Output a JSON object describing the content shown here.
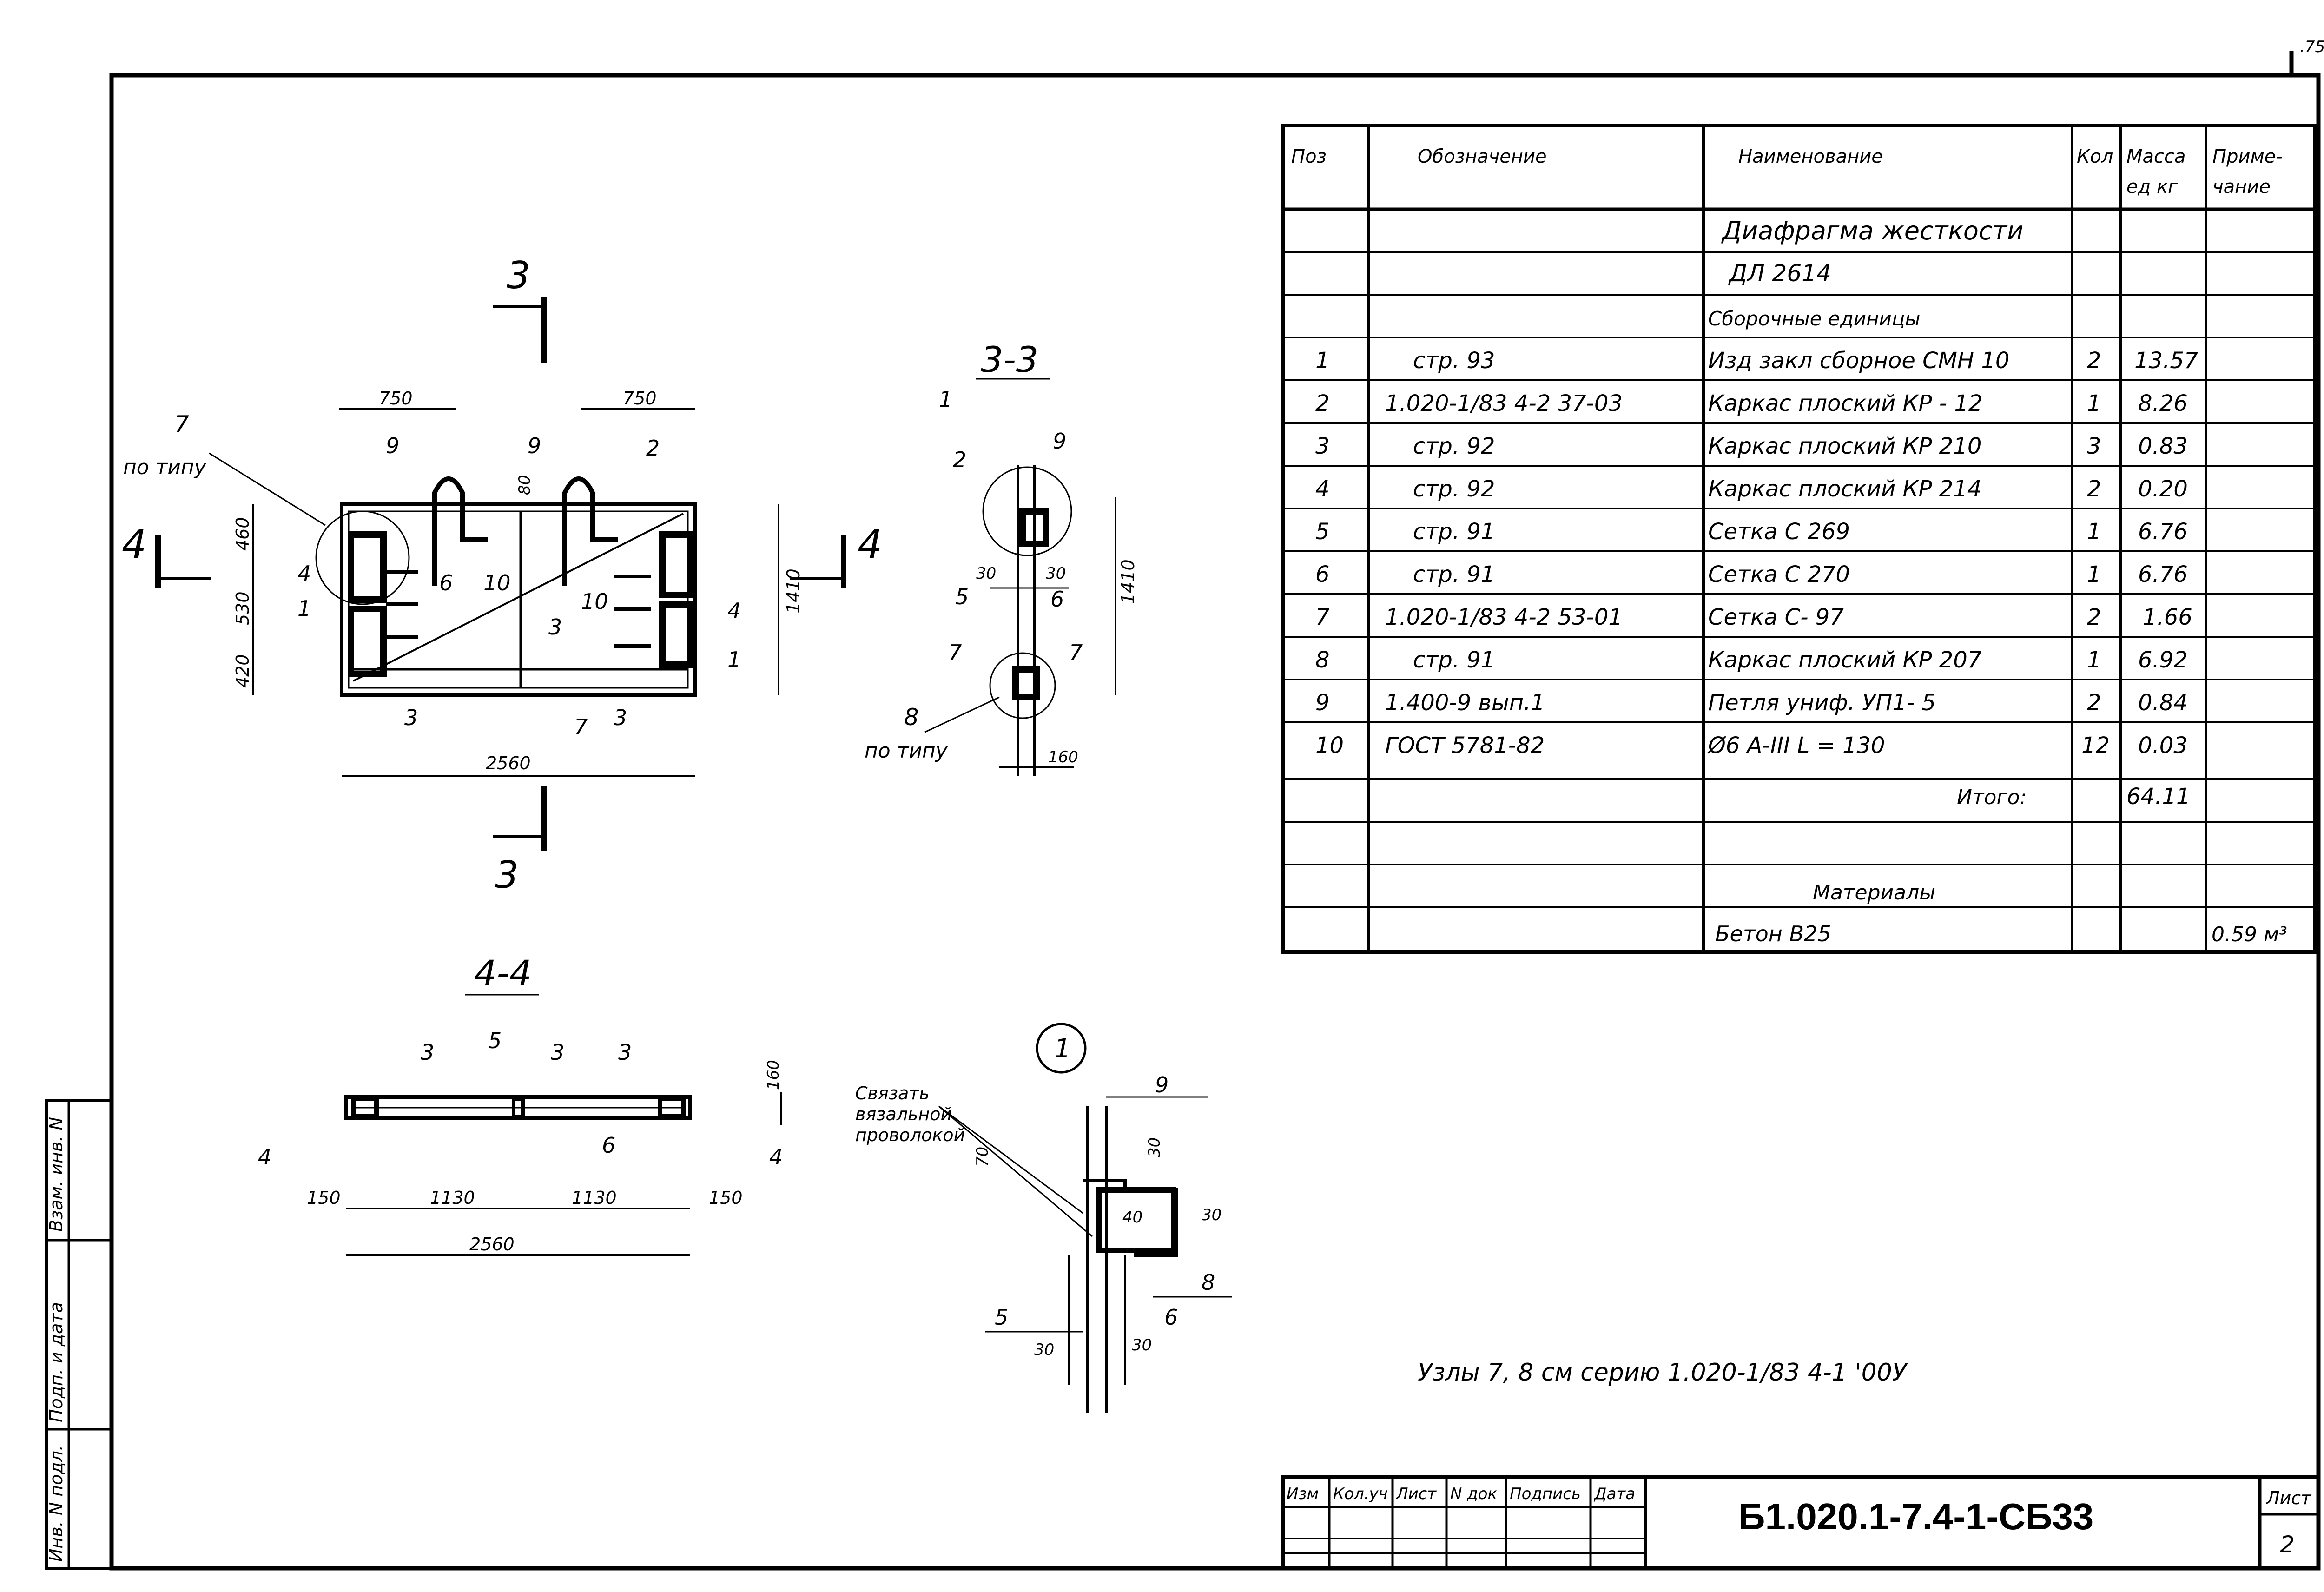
{
  "page_number": ".75",
  "spec_table": {
    "headers": {
      "pos": "Поз",
      "designation": "Обозначение",
      "name": "Наименование",
      "qty": "Кол",
      "mass_1": "Масса",
      "mass_2": "ед кг",
      "note_1": "Приме-",
      "note_2": "чание"
    },
    "title_1": "Диафрагма жесткости",
    "title_2": "ДЛ 2614",
    "section_assemblies": "Сборочные единицы",
    "rows": [
      {
        "pos": "1",
        "designation": "стр. 93",
        "name": "Изд закл сборное СМН 10",
        "qty": "2",
        "mass": "13.57",
        "note": ""
      },
      {
        "pos": "2",
        "designation": "1.020-1/83 4-2 37-03",
        "name": "Каркас плоский КР - 12",
        "qty": "1",
        "mass": "8.26",
        "note": ""
      },
      {
        "pos": "3",
        "designation": "стр. 92",
        "name": "Каркас плоский КР 210",
        "qty": "3",
        "mass": "0.83",
        "note": ""
      },
      {
        "pos": "4",
        "designation": "стр. 92",
        "name": "Каркас плоский КР 214",
        "qty": "2",
        "mass": "0.20",
        "note": ""
      },
      {
        "pos": "5",
        "designation": "стр. 91",
        "name": "Сетка С 269",
        "qty": "1",
        "mass": "6.76",
        "note": ""
      },
      {
        "pos": "6",
        "designation": "стр. 91",
        "name": "Сетка С 270",
        "qty": "1",
        "mass": "6.76",
        "note": ""
      },
      {
        "pos": "7",
        "designation": "1.020-1/83 4-2 53-01",
        "name": "Сетка С- 97",
        "qty": "2",
        "mass": "1.66",
        "note": ""
      },
      {
        "pos": "8",
        "designation": "стр. 91",
        "name": "Каркас плоский КР 207",
        "qty": "1",
        "mass": "6.92",
        "note": ""
      },
      {
        "pos": "9",
        "designation": "1.400-9 вып.1",
        "name": "Петля униф. УП1- 5",
        "qty": "2",
        "mass": "0.84",
        "note": ""
      },
      {
        "pos": "10",
        "designation": "ГОСТ 5781-82",
        "name": "Ø6 А-III L = 130",
        "qty": "12",
        "mass": "0.03",
        "note": ""
      }
    ],
    "total_label": "Итого:",
    "total_mass": "64.11",
    "section_materials": "Материалы",
    "material_name": "Бетон В25",
    "material_note": "0.59 м³"
  },
  "note_text": "Узлы 7, 8 см серию 1.020-1/83 4-1 '00У",
  "title_block": {
    "headers": [
      "Изм",
      "Кол.уч",
      "Лист",
      "N док",
      "Подпись",
      "Дата"
    ],
    "code": "Б1.020.1-7.4-1-СБ33",
    "sheet_label": "Лист",
    "sheet_number": "2"
  },
  "side_stamp": [
    "Инв. N подл.",
    "Подп. и дата",
    "Взам. инв. N"
  ],
  "main_view": {
    "section_mark": "3",
    "side_mark": "4",
    "dim_750_left": "750",
    "dim_750_right": "750",
    "dim_460": "460",
    "dim_530": "530",
    "dim_420": "420",
    "dim_1410": "1410",
    "dim_2560": "2560",
    "dim_80": "80",
    "callout_7": "7",
    "callout_7_note": "по типу",
    "labels": [
      "9",
      "9",
      "2",
      "4",
      "6",
      "10",
      "1",
      "3",
      "10",
      "4",
      "1",
      "3",
      "7",
      "3"
    ]
  },
  "section_33": {
    "title": "3-3",
    "dim_1410": "1410",
    "dim_30a": "30",
    "dim_30b": "30",
    "dim_160": "160",
    "callout_8": "8",
    "callout_8_note": "по типу",
    "labels": [
      "1",
      "2",
      "9",
      "5",
      "6",
      "7",
      "7"
    ]
  },
  "section_44": {
    "title": "4-4",
    "dim_160": "160",
    "dim_150_left": "150",
    "dim_1130_a": "1130",
    "dim_1130_b": "1130",
    "dim_150_right": "150",
    "dim_2560": "2560",
    "labels": [
      "3",
      "5",
      "3",
      "3",
      "4",
      "6",
      "4"
    ]
  },
  "node_1": {
    "title": "1",
    "note_1": "Связать",
    "note_2": "вязальной",
    "note_3": "проволокой",
    "dim_70": "70",
    "dim_30_top": "30",
    "dim_40": "40",
    "dim_30_right": "30",
    "dim_30_bl": "30",
    "dim_30_br": "30",
    "labels": [
      "9",
      "8",
      "5",
      "6"
    ]
  }
}
